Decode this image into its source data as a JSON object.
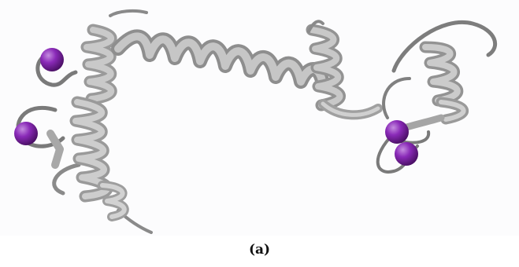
{
  "caption": "(a)",
  "colors": {
    "ribbon": "#b2b2b2",
    "ribbon_dark": "#6f6f6f",
    "ribbon_light": "#d4d4d4",
    "sphere": "#8a2ab8",
    "sphere_highlight": "#c58de0",
    "background": "#ffffff"
  },
  "structure": {
    "kind": "protein-ribbon-cartoon",
    "sphere_count": 4,
    "sphere_color_name": "purple"
  }
}
